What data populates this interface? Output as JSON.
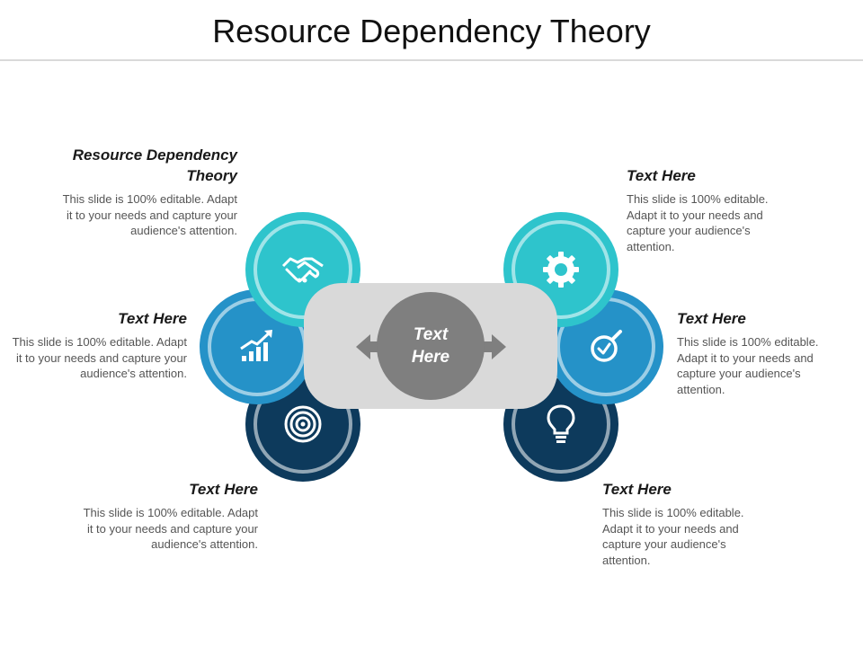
{
  "title": "Resource Dependency Theory",
  "center": {
    "label": "Text Here"
  },
  "colors": {
    "teal": "#2ec4cc",
    "blue": "#2592c8",
    "navy": "#0d3a5c",
    "center_box": "#d9d9d9",
    "center_circle": "#7f7f7f"
  },
  "items": [
    {
      "heading": "Resource Dependency Theory",
      "body": "This slide is 100% editable. Adapt it to your needs and capture your audience's attention.",
      "icon": "handshake-icon"
    },
    {
      "heading": "Text Here",
      "body": "This slide is 100% editable. Adapt it to your needs and capture your audience's attention.",
      "icon": "growth-chart-icon"
    },
    {
      "heading": "Text Here",
      "body": "This slide is 100% editable. Adapt it to your needs and capture your audience's attention.",
      "icon": "target-icon"
    },
    {
      "heading": "Text Here",
      "body": "This slide is 100% editable. Adapt it to your needs and capture your audience's attention.",
      "icon": "gear-icon"
    },
    {
      "heading": "Text Here",
      "body": "This slide is 100% editable. Adapt it to your needs and capture your audience's attention.",
      "icon": "magnifier-check-icon"
    },
    {
      "heading": "Text Here",
      "body": "This slide is 100% editable. Adapt it to your needs and capture your audience's attention.",
      "icon": "lightbulb-icon"
    }
  ]
}
